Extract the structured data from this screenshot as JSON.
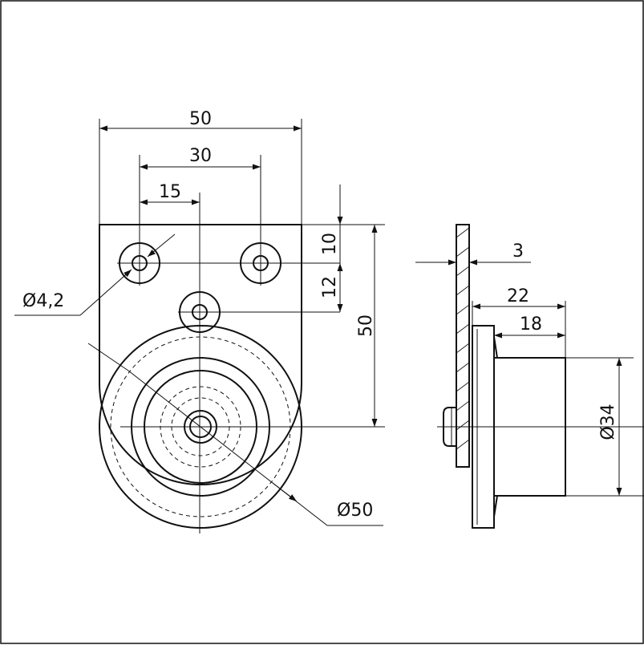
{
  "dimensions": {
    "width_total": "50",
    "hole_spacing": "30",
    "center_offset": "15",
    "top_offset": "10",
    "hole_offset": "12",
    "height_total": "50",
    "hole_diameter": "Ø4,2",
    "wheel_diameter": "Ø50",
    "plate_thickness": "3",
    "depth_total": "22",
    "hub_depth": "18",
    "hub_diameter": "Ø34"
  }
}
